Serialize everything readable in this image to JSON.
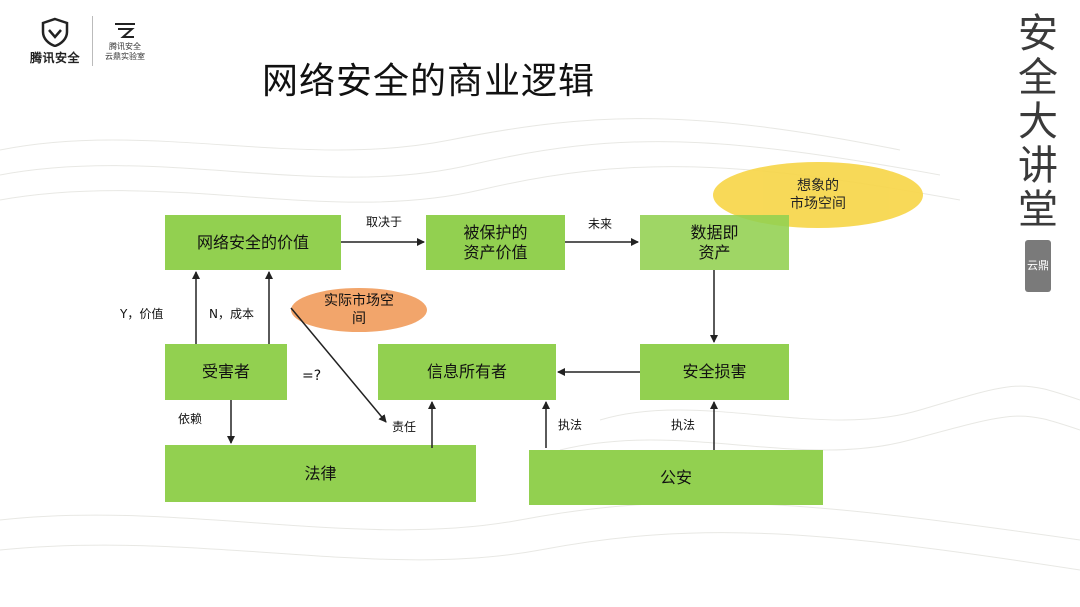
{
  "logo": {
    "brand_text": "腾讯安全",
    "sub_line1": "腾讯安全",
    "sub_line2": "云鼎实验室"
  },
  "title": "网络安全的商业逻辑",
  "calligraphy": {
    "chars": [
      "安",
      "全",
      "大",
      "讲",
      "堂"
    ],
    "seal": "云鼎"
  },
  "boxes": {
    "value": "网络安全的价值",
    "protected_asset": "被保护的\n资产价值",
    "data_asset": "数据即\n资产",
    "victim": "受害者",
    "info_owner": "信息所有者",
    "security_loss": "安全损害",
    "law": "法律",
    "police": "公安"
  },
  "ellipses": {
    "imagined_market": "想象的\n市场空间",
    "actual_market": "实际市场空\n间"
  },
  "edge_labels": {
    "depends_on": "取决于",
    "future": "未来",
    "yes_value": "Y，价值",
    "no_cost": "N，成本",
    "equals_q": "=?",
    "relies": "依赖",
    "liability": "责任",
    "enforce_1": "执法",
    "enforce_2": "执法"
  },
  "colors": {
    "box_green": "#92d050",
    "imagined_fill": "#f7d64a",
    "actual_fill": "#f2a56b"
  }
}
